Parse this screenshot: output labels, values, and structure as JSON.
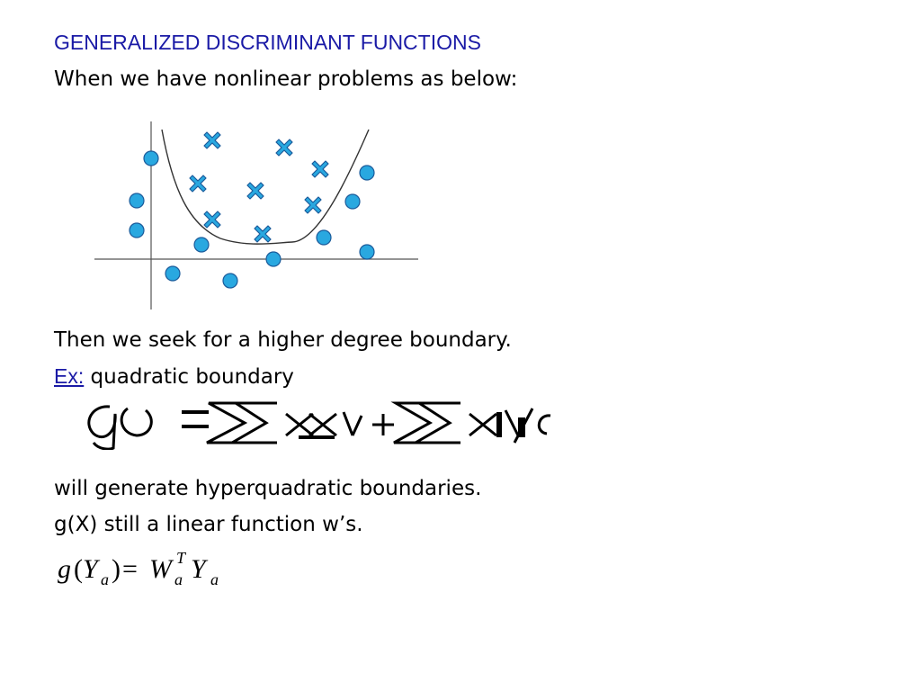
{
  "slide": {
    "title": "GENERALIZED DISCRIMINANT FUNCTIONS",
    "intro": "When we have nonlinear problems as below:",
    "then_text": "Then we seek for a higher degree boundary.",
    "ex_label": "Ex:",
    "ex_text": " quadratic boundary",
    "generate_text": "will generate hyperquadratic boundaries.",
    "linear_text": "g(X) still a linear function w’s."
  },
  "colors": {
    "title": "#1a1aa6",
    "marker_fill": "#29a8e0",
    "marker_stroke": "#1a5a9a",
    "axis": "#555555"
  },
  "formula2": {
    "g": "g",
    "Y1": "Y",
    "a1": "a",
    "eq": "=",
    "W": "W",
    "T": "T",
    "a2": "a",
    "Y2": "Y",
    "a3": "a"
  }
}
